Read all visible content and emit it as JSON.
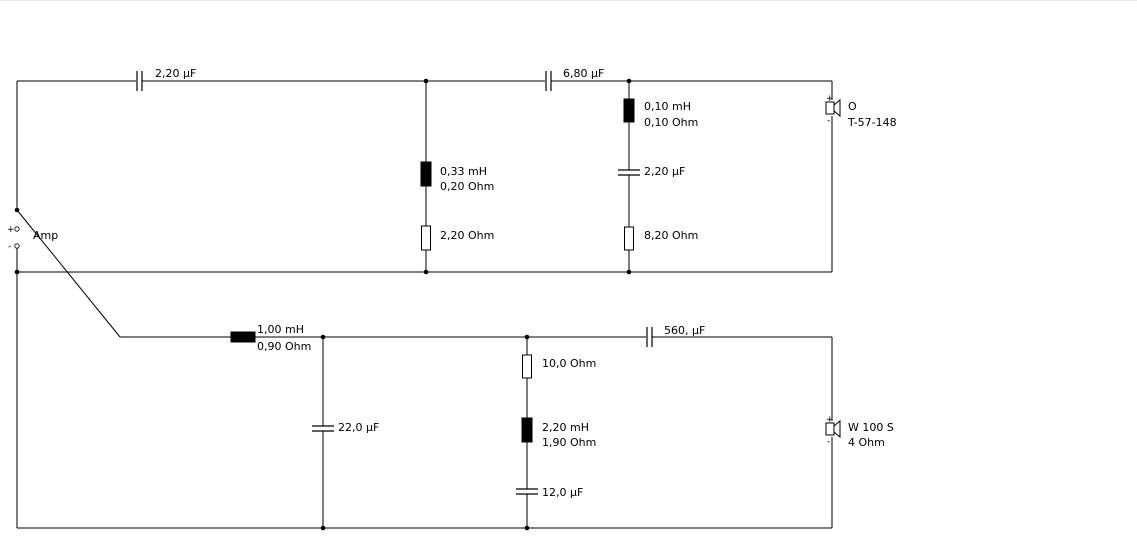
{
  "amp": {
    "label": "Amp",
    "plus": "+",
    "minus": "-"
  },
  "tweeter_path": {
    "series_cap_1": "2,20 µF",
    "shunt_inductor": {
      "value": "0,33 mH",
      "resistance": "0,20 Ohm"
    },
    "shunt_resistor": "2,20 Ohm",
    "series_cap_2": "6,80 µF",
    "notch_inductor": {
      "value": "0,10 mH",
      "resistance": "0,10 Ohm"
    },
    "notch_cap": "2,20 µF",
    "notch_resistor": "8,20 Ohm",
    "speaker": {
      "name": "O",
      "model": "T-57-148",
      "plus": "+",
      "minus": "-"
    }
  },
  "woofer_path": {
    "series_inductor": {
      "value": "1,00 mH",
      "resistance": "0,90 Ohm"
    },
    "shunt_cap": "22,0 µF",
    "zobel_resistor": "10,0 Ohm",
    "zobel_inductor": {
      "value": "2,20 mH",
      "resistance": "1,90 Ohm"
    },
    "zobel_cap": "12,0 µF",
    "series_cap": "560, µF",
    "speaker": {
      "name": "W 100 S",
      "model": "4 Ohm",
      "plus": "+",
      "minus": "-"
    }
  }
}
